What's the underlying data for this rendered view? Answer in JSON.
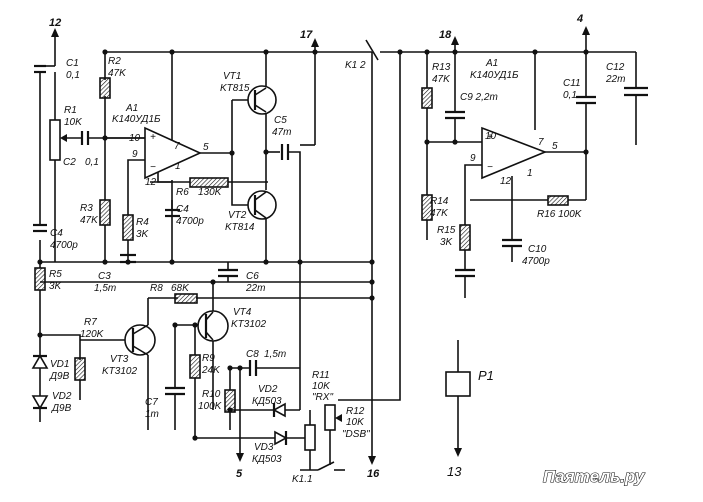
{
  "terminals": {
    "t12": "12",
    "t17": "17",
    "t18": "18",
    "t4": "4",
    "t5": "5",
    "t16": "16",
    "t13": "13"
  },
  "left": {
    "c1": "C1",
    "c1v": "0,1",
    "r1": "R1",
    "r1v": "10K",
    "c2": "C2",
    "c2v": "0,1",
    "r2": "R2",
    "r2v": "47K",
    "a1": "A1",
    "a1v": "K140УД1Б",
    "p10": "10",
    "p7": "7",
    "p9": "9",
    "p5": "5",
    "p1": "1",
    "p12": "12",
    "vt1": "VT1",
    "vt1v": "KT815",
    "c5": "C5",
    "c5v": "47m",
    "r6": "R6",
    "r6v": "130K",
    "vt2": "VT2",
    "vt2v": "KT814",
    "r3": "R3",
    "r3v": "47K",
    "r4": "R4",
    "r4v": "3K",
    "c4a": "C4",
    "c4av": "4700p",
    "c4b": "C4",
    "c4bv": "4700p",
    "c3": "C3",
    "c3v": "1,5m",
    "c6": "C6",
    "c6v": "22m",
    "r5": "R5",
    "r5v": "3K",
    "r8": "R8",
    "r8v": "68K",
    "vt4": "VT4",
    "vt4v": "KT3102",
    "r7": "R7",
    "r7v": "120K",
    "vt3": "VT3",
    "vt3v": "KT3102",
    "vd1": "VD1",
    "vd1v": "Д9В",
    "vd2a": "VD2",
    "vd2av": "Д9В",
    "r9": "R9",
    "r9v": "24K",
    "c8": "C8",
    "c8v": "1,5m",
    "c7": "C7",
    "c7v": "1m",
    "r10": "R10",
    "r10v": "100K",
    "vd2b": "VD2",
    "vd2bv": "КД503",
    "vd3": "VD3",
    "vd3v": "КД503",
    "r11": "R11",
    "r11v": "10K",
    "r11n": "\"RX\"",
    "r12": "R12",
    "r12v": "10K",
    "r12n": "\"DSB\"",
    "k11": "K1.1",
    "k12": "K1 2"
  },
  "right": {
    "r13": "R13",
    "r13v": "47K",
    "a1": "A1",
    "a1v": "K140УД1Б",
    "c9": "C9 2,2m",
    "c11": "C11",
    "c11v": "0,1",
    "c12": "C12",
    "c12v": "22m",
    "p10": "10",
    "p7": "7",
    "p9": "9",
    "p5": "5",
    "p12": "12",
    "p1": "1",
    "r14": "R14",
    "r14v": "47K",
    "r16": "R16 100K",
    "r15": "R15",
    "r15v": "3K",
    "c10": "C10",
    "c10v": "4700p",
    "p1lbl": "P1"
  },
  "watermark": "Паяmель.ру"
}
